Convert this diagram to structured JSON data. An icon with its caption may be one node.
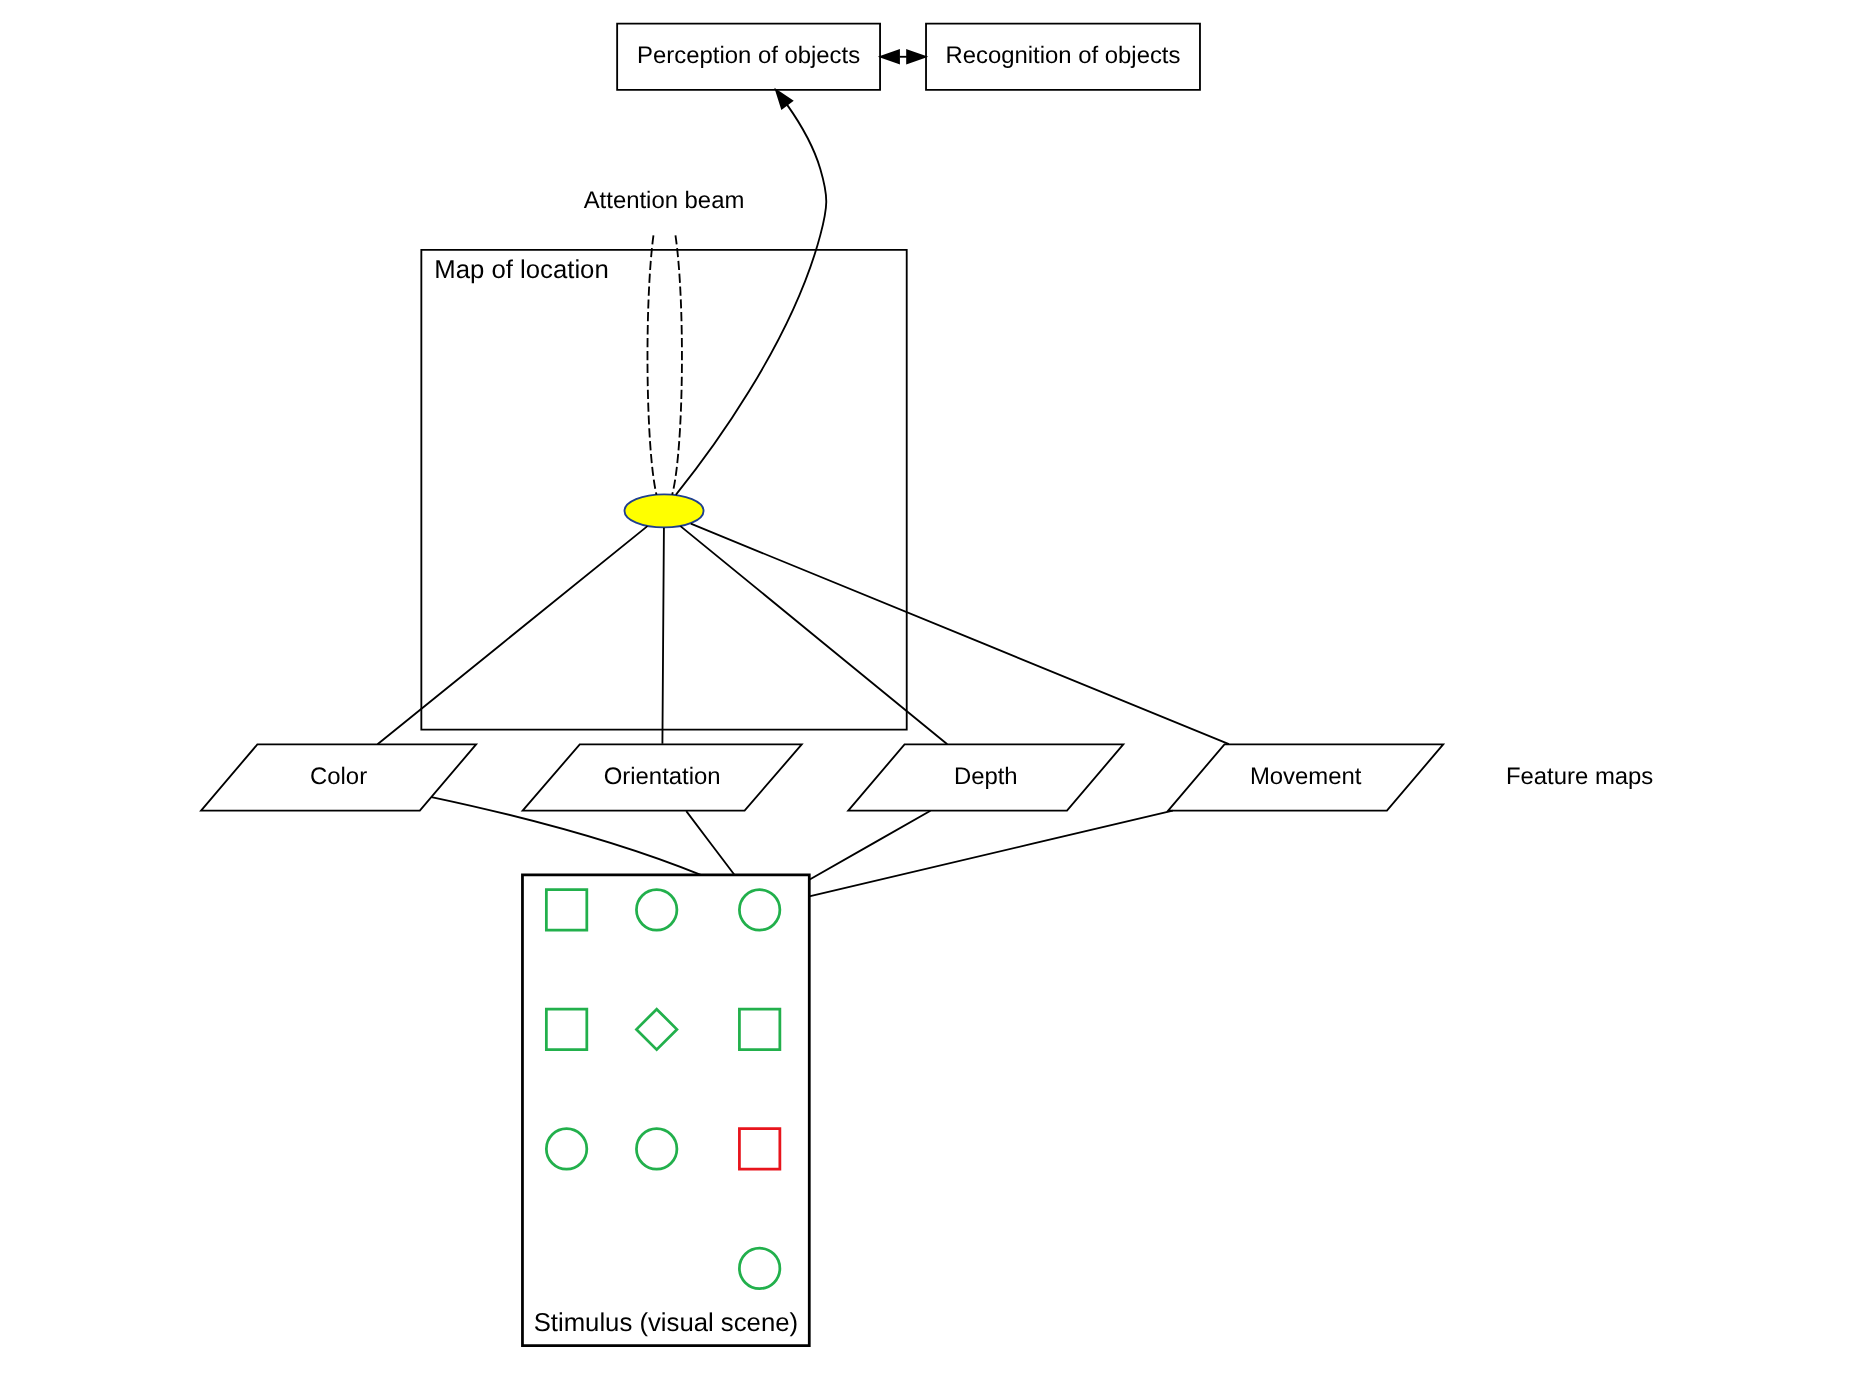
{
  "diagram": {
    "nodes": [
      {
        "text": [
          "Perception of objects"
        ]
      },
      {
        "text": [
          "Recognition of objects"
        ]
      },
      {
        "text": [
          "Attention beam"
        ]
      },
      {
        "text": [
          "Map of location"
        ]
      },
      {
        "text": [],
        "shape": "ellipse",
        "in": 3
      },
      {
        "text": [
          "Color"
        ]
      },
      {
        "text": [
          "Orientation"
        ]
      },
      {
        "text": [
          "Depth"
        ]
      },
      {
        "text": [
          "Movement"
        ]
      },
      {
        "text": [
          "Stimulus (visual scene)"
        ]
      },
      {
        "text": [],
        "shape": "circle",
        "in": 9
      },
      {
        "text": [],
        "shape": "circle",
        "in": 9
      },
      {
        "text": [],
        "shape": "box",
        "in": 9
      },
      {
        "text": [],
        "shape": "box",
        "in": 9
      },
      {
        "text": [],
        "shape": "box",
        "in": 9
      },
      {
        "text": [],
        "shape": "diamond",
        "in": 9
      },
      {
        "text": [],
        "shape": "box",
        "in": 9
      },
      {
        "text": [],
        "shape": "circle",
        "in": 9
      },
      {
        "text": [],
        "shape": "circle",
        "in": 9
      },
      {
        "text": [],
        "shape": "circle",
        "in": 9
      }
    ],
    "edges": [
      {
        "from": 4,
        "to": 0,
        "arrow": "to"
      },
      {
        "from": 0,
        "to": 1,
        "arrow": "both"
      },
      {
        "from": 2,
        "to": 4,
        "arrow": "none",
        "style": "dashed"
      },
      {
        "from": 2,
        "to": 4,
        "arrow": "none",
        "style": "dashed"
      },
      {
        "from": 4,
        "to": 5,
        "arrow": "none"
      },
      {
        "from": 4,
        "to": 6,
        "arrow": "none"
      },
      {
        "from": 4,
        "to": 7,
        "arrow": "none"
      },
      {
        "from": 4,
        "to": 8,
        "arrow": "none"
      },
      {
        "from": 5,
        "to": 9,
        "arrow": "none"
      },
      {
        "from": 6,
        "to": 9,
        "arrow": "none"
      },
      {
        "from": 7,
        "to": 9,
        "arrow": "none"
      },
      {
        "from": 8,
        "to": 9,
        "arrow": "none"
      }
    ],
    "labels": [
      "Feature maps"
    ]
  }
}
